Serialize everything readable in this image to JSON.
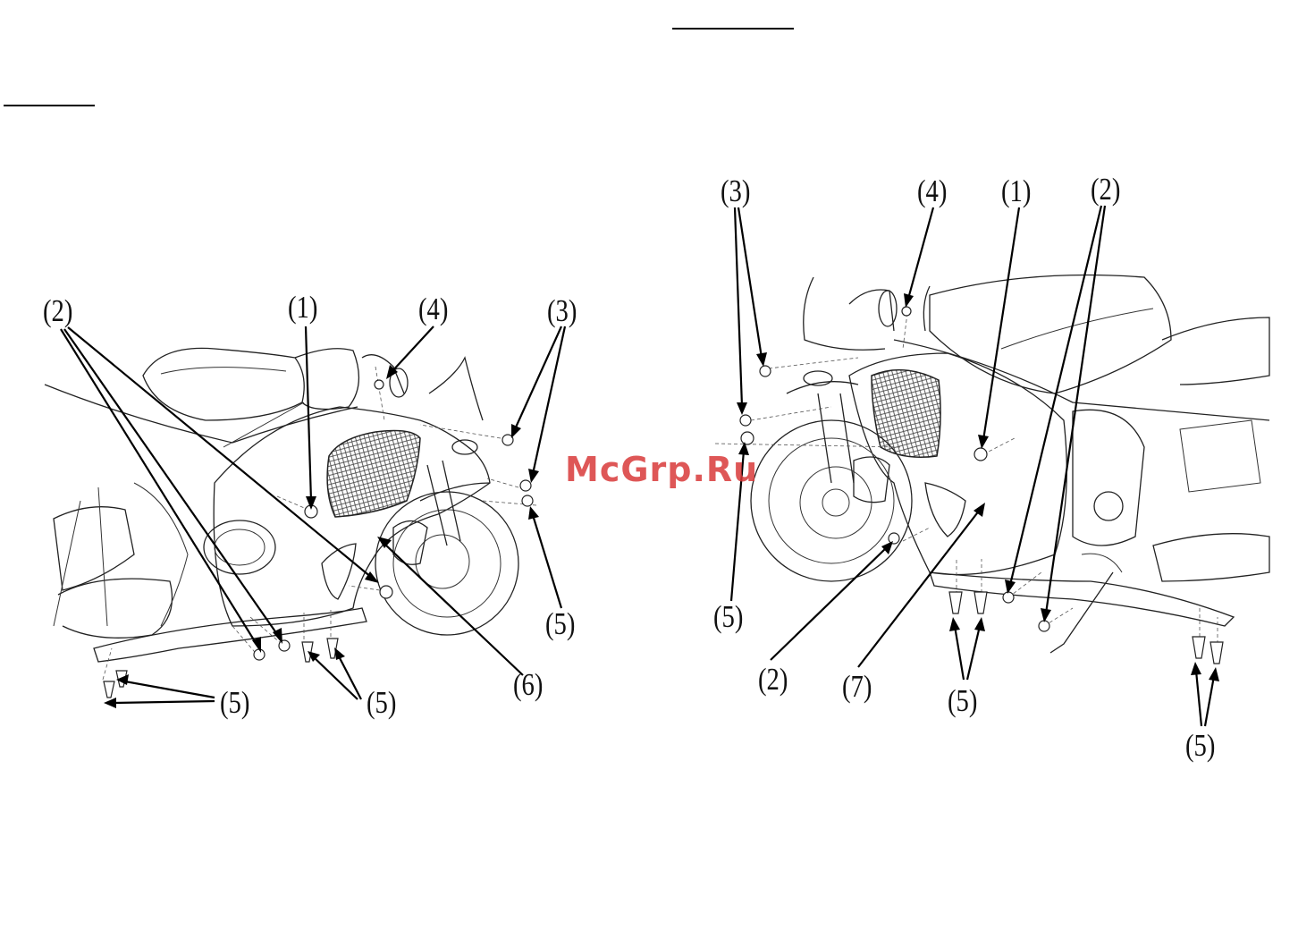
{
  "watermark": "McGrp.Ru",
  "left_figure": {
    "callouts": {
      "c2": "(2)",
      "c1": "(1)",
      "c4": "(4)",
      "c3": "(3)",
      "c5_right": "(5)",
      "c6": "(6)",
      "c5_mid": "(5)",
      "c5_left": "(5)"
    }
  },
  "right_figure": {
    "callouts": {
      "c3": "(3)",
      "c4": "(4)",
      "c1": "(1)",
      "c2_top": "(2)",
      "c5_left": "(5)",
      "c2_bottom": "(2)",
      "c7": "(7)",
      "c5_mid": "(5)",
      "c5_right": "(5)"
    }
  },
  "colors": {
    "ink": "#111111",
    "watermark": "#d93a3a"
  }
}
